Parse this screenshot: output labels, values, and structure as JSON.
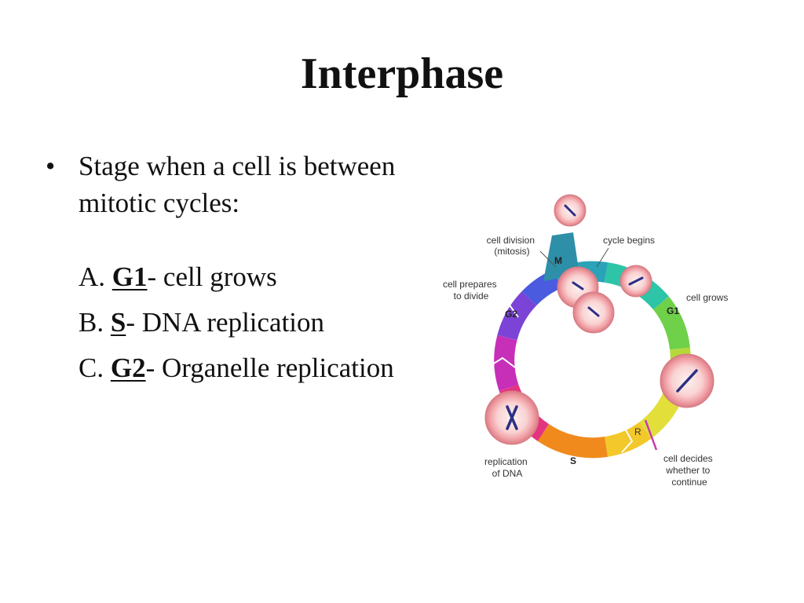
{
  "slide": {
    "title": "Interphase",
    "bullet_symbol": "•",
    "bullet_text": "Stage when a cell is between mitotic cycles:",
    "items": [
      {
        "prefix": "A. ",
        "key": "G1",
        "rest": "- cell grows"
      },
      {
        "prefix": "B. ",
        "key": "S",
        "rest": "- DNA replication"
      },
      {
        "prefix": "C. ",
        "key": "G2",
        "rest": "- Organelle replication"
      }
    ]
  },
  "diagram": {
    "phases": {
      "M": "M",
      "G1": "G1",
      "S": "S",
      "G2": "G2",
      "R": "R"
    },
    "labels": {
      "cell_division_1": "cell division",
      "cell_division_2": "(mitosis)",
      "cycle_begins": "cycle begins",
      "cell_prepares_1": "cell prepares",
      "cell_prepares_2": "to divide",
      "cell_grows": "cell grows",
      "cell_decides_1": "cell decides",
      "cell_decides_2": "whether to",
      "cell_decides_3": "continue",
      "replication_1": "replication",
      "replication_2": "of DNA"
    },
    "colors": {
      "ring_m": "#2aa3b8",
      "ring_g1_start": "#2ec4a8",
      "ring_g1_end": "#9bd43a",
      "ring_yellow": "#e8e23a",
      "ring_s": "#f08a1c",
      "ring_g2_start": "#d62fb0",
      "ring_g2_end": "#4a5be0",
      "cell_outer": "#f2a3a8",
      "cell_inner": "#fbe0df",
      "chromosome": "#2b2f86",
      "checkpoint": "#c23bb5"
    }
  }
}
